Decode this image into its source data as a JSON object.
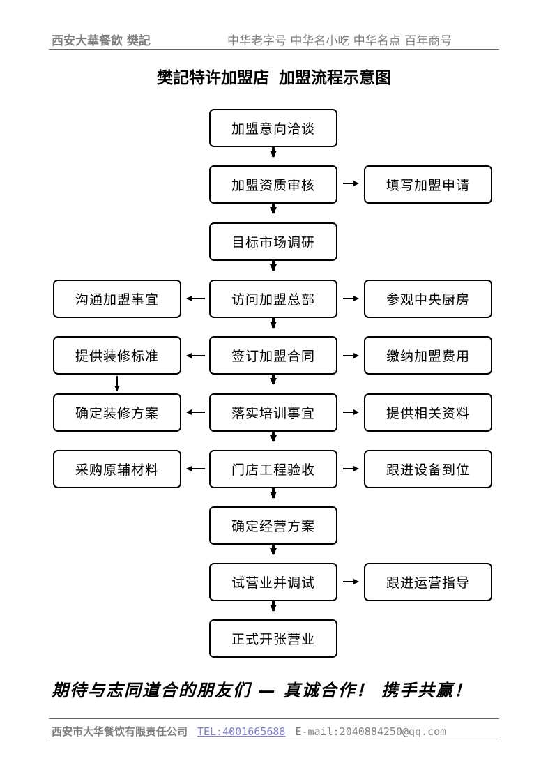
{
  "header": {
    "left": "西安大華餐飲 樊記",
    "right": "中华老字号 中华名小吃 中华名点 百年商号"
  },
  "title": {
    "main": "樊記特许加盟店",
    "sub": "加盟流程示意图"
  },
  "steps": {
    "c1": "加盟意向洽谈",
    "c2": "加盟资质审核",
    "c3": "目标市场调研",
    "c4": "访问加盟总部",
    "c5": "签订加盟合同",
    "c6": "落实培训事宜",
    "c7": "门店工程验收",
    "c8": "确定经营方案",
    "c9": "试营业并调试",
    "c10": "正式开张营业",
    "r2": "填写加盟申请",
    "r4": "参观中央厨房",
    "r5": "缴纳加盟费用",
    "r6": "提供相关资料",
    "r7": "跟进设备到位",
    "r9": "跟进运营指导",
    "l4": "沟通加盟事宜",
    "l5": "提供装修标准",
    "l6": "确定装修方案",
    "l7": "采购原辅材料"
  },
  "slogan": "期待与志同道合的朋友们 — 真诚合作！ 携手共赢！",
  "footer": {
    "company": "西安市大华餐饮有限责任公司",
    "tel": "TEL:4001665688",
    "email": "E-mail:2040884250@qq.com"
  }
}
